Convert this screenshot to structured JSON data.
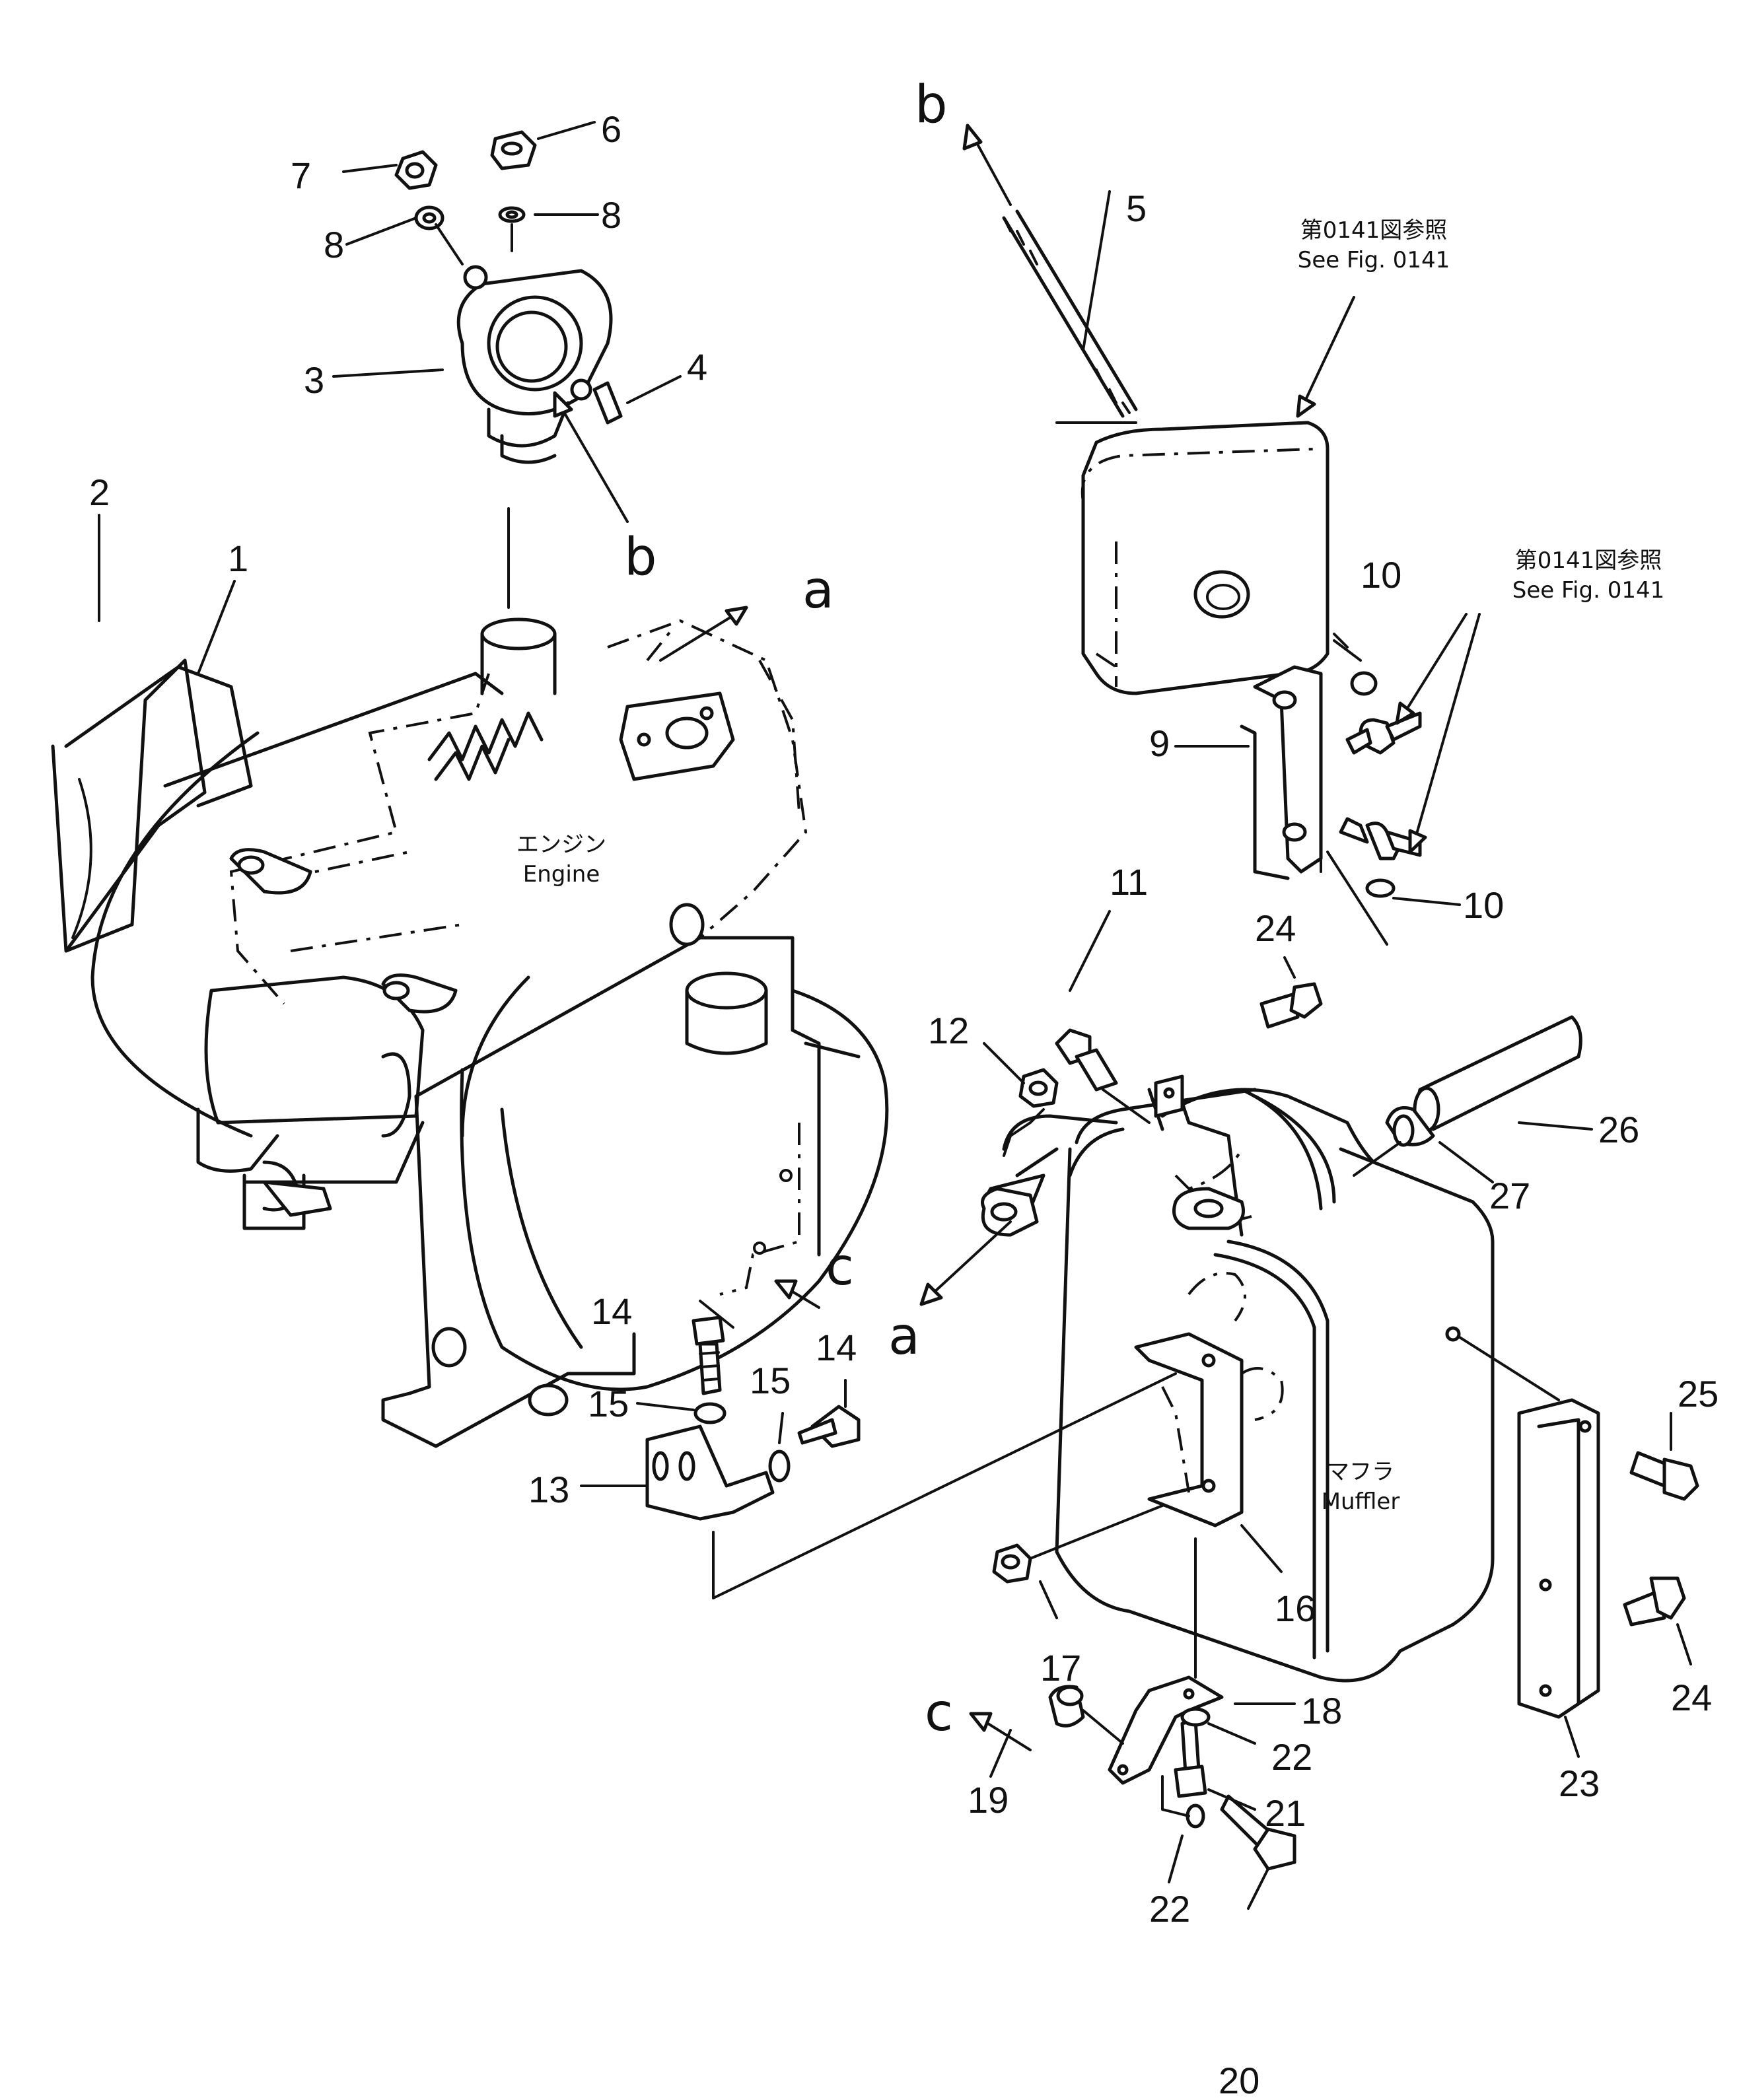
{
  "labels": {
    "engine_jp": "エンジン",
    "engine_en": "Engine",
    "muffler_jp": "マフラ",
    "muffler_en": "Muffler",
    "ref_jp": "第0141図参照",
    "ref_en": "See Fig. 0141"
  },
  "callouts": {
    "a": "a",
    "b": "b",
    "c": "c"
  },
  "parts": {
    "p1": "1",
    "p2": "2",
    "p3": "3",
    "p4": "4",
    "p5": "5",
    "p6": "6",
    "p7": "7",
    "p8": "8",
    "p9": "9",
    "p10": "10",
    "p11": "11",
    "p12": "12",
    "p13": "13",
    "p14": "14",
    "p15": "15",
    "p16": "16",
    "p17": "17",
    "p18": "18",
    "p19": "19",
    "p20": "20",
    "p21": "21",
    "p22": "22",
    "p23": "23",
    "p24": "24",
    "p25": "25",
    "p26": "26",
    "p27": "27"
  }
}
